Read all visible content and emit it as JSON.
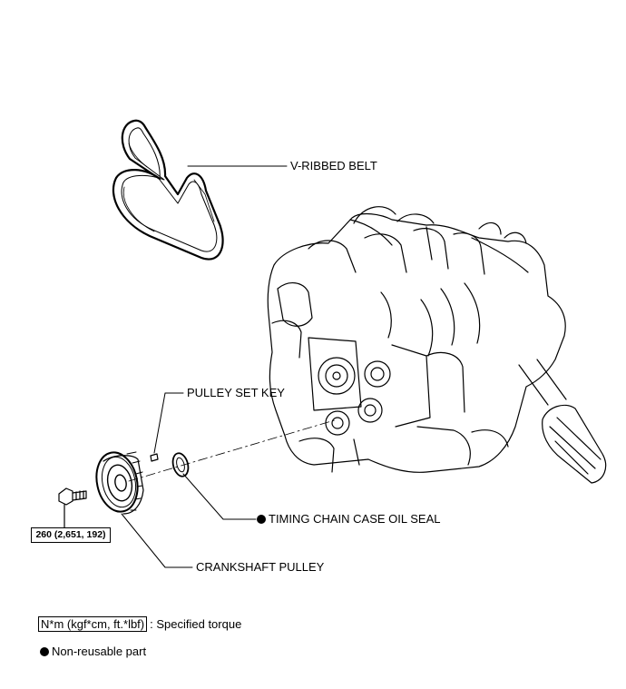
{
  "labels": {
    "v_ribbed_belt": "V-RIBBED BELT",
    "pulley_set_key": "PULLEY SET KEY",
    "timing_chain_case_oil_seal": "TIMING CHAIN CASE OIL SEAL",
    "crankshaft_pulley": "CRANKSHAFT PULLEY"
  },
  "torque": {
    "value": "260 (2,651, 192)"
  },
  "legend": {
    "torque_unit": "N*m (kgf*cm, ft.*lbf)",
    "torque_desc": ": Specified torque",
    "non_reusable": "Non-reusable part"
  },
  "colors": {
    "line": "#000000",
    "background": "#ffffff"
  }
}
